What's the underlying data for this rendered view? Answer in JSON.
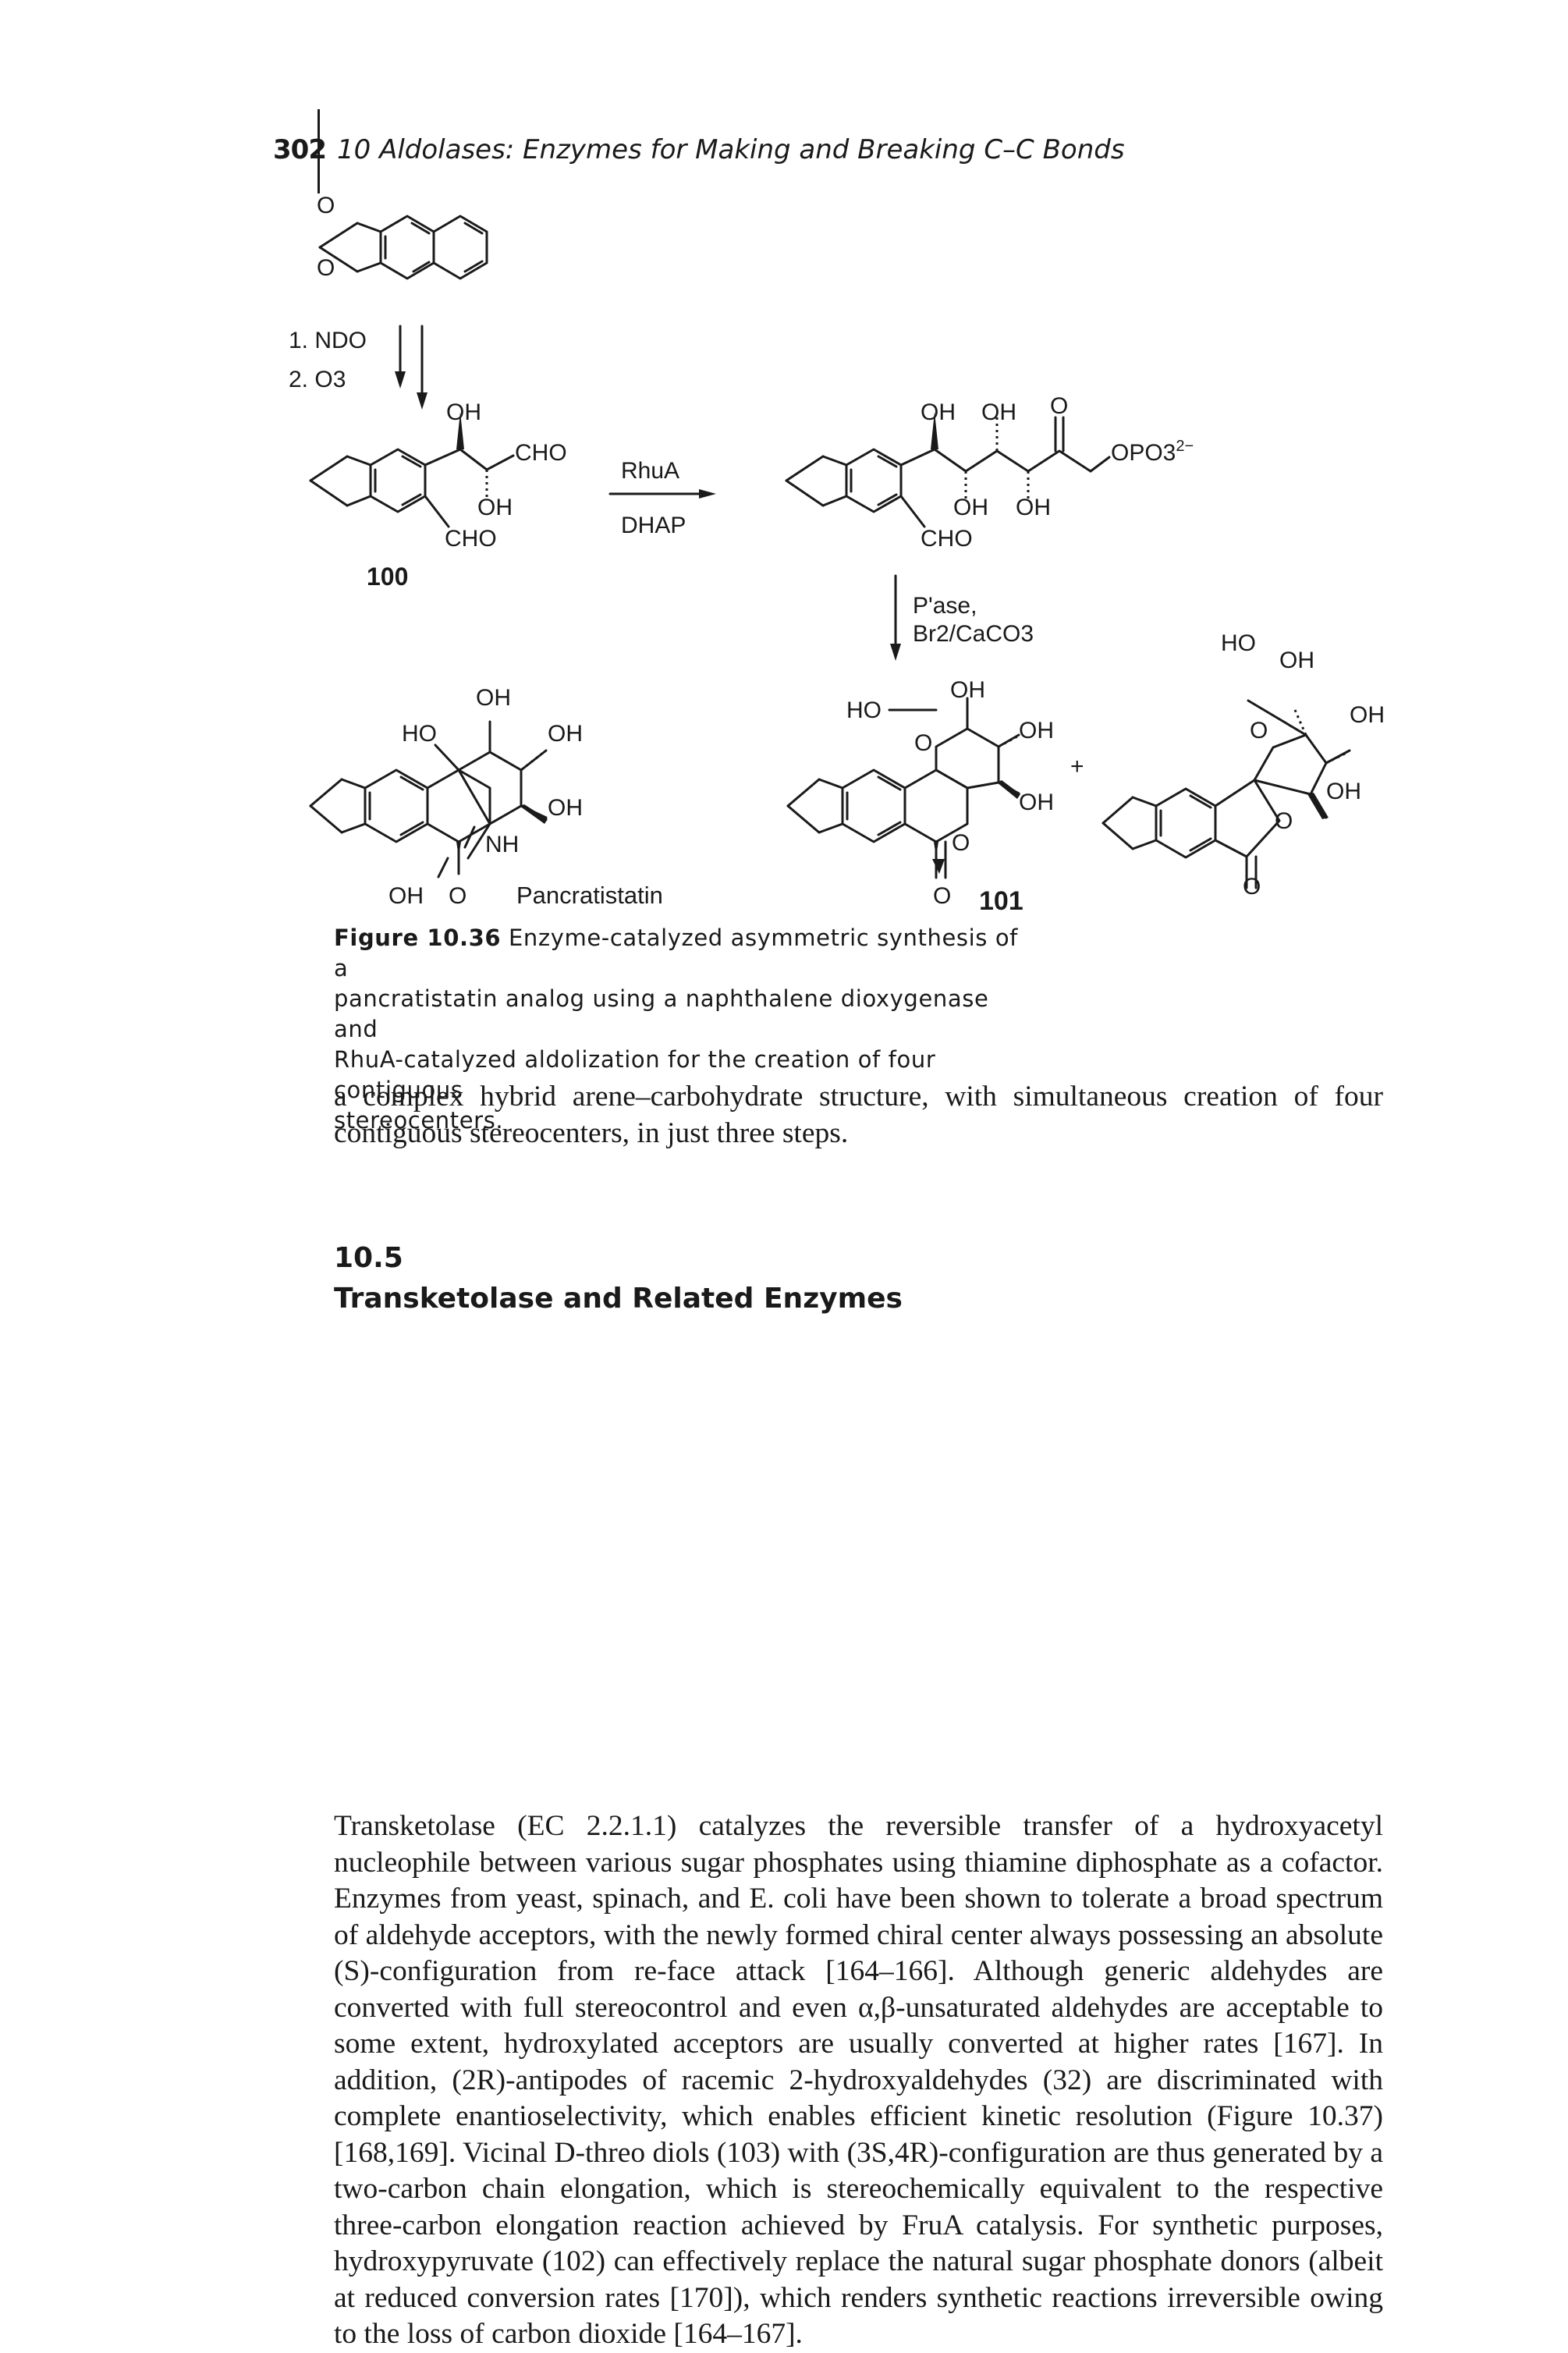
{
  "header": {
    "page_number": "302",
    "running_title": "10 Aldolases: Enzymes for Making and Breaking C–C Bonds"
  },
  "scheme": {
    "step1_reagent_1": "1. NDO",
    "step1_reagent_2": "2. O3",
    "compound_100_label": "100",
    "sub_oh": "OH",
    "sub_cho_right": "CHO",
    "sub_oh_lower": "OH",
    "sub_cho_lower": "CHO",
    "enzyme_top": "RhuA",
    "enzyme_bottom": "DHAP",
    "prod_oh_1": "OH",
    "prod_oh_2": "OH",
    "prod_keto_o": "O",
    "prod_phosphate": "OPO3",
    "prod_phosphate_charge": "2−",
    "prod_oh_3": "OH",
    "prod_oh_4": "OH",
    "prod_cho": "CHO",
    "step3_reagent_1": "P'ase,",
    "step3_reagent_2": "Br2/CaCO3",
    "pan_oh_top": "OH",
    "pan_ho": "HO",
    "pan_oh_right": "OH",
    "pan_oh_lower": "OH",
    "pan_nh": "NH",
    "pan_oh_bottom": "OH",
    "pan_o_bottom": "O",
    "pancratistatin_label": "Pancratistatin",
    "c101_oh_top": "OH",
    "c101_ho": "HO",
    "c101_oh_right": "OH",
    "c101_oh_lower": "OH",
    "c101_ring_o": "O",
    "c101_lactone_o": "O",
    "c101_carbonyl_o": "O",
    "compound_101_label": "101",
    "plus": "+",
    "f_ho": "HO",
    "f_oh_top": "OH",
    "f_oh_right": "OH",
    "f_ring_o": "O",
    "f_oh_lower": "OH",
    "f_lactone_o": "O",
    "f_carbonyl_o": "O",
    "diox_o": "O"
  },
  "caption": {
    "label": "Figure 10.36",
    "line_1": "Enzyme-catalyzed asymmetric synthesis of a",
    "line_2": "pancratistatin analog using a naphthalene dioxygenase and",
    "line_3": "RhuA-catalyzed aldolization for the creation of four contiguous",
    "line_4": "stereocenters."
  },
  "body": {
    "para_1": "a complex hybrid arene–carbohydrate structure, with simultaneous creation of four contiguous stereocenters, in just three steps.",
    "section_number": "10.5",
    "section_title": "Transketolase and Related Enzymes",
    "para_2": "Transketolase (EC 2.2.1.1) catalyzes the reversible transfer of a hydroxyacetyl nucleophile between various sugar phosphates using thiamine diphosphate as a cofactor. Enzymes from yeast, spinach, and E. coli have been shown to tolerate a broad spectrum of aldehyde acceptors, with the newly formed chiral center always possessing an absolute (S)-configuration from re-face attack [164–166]. Although generic aldehydes are converted with full stereocontrol and even α,β-unsaturated aldehydes are acceptable to some extent, hydroxylated acceptors are usually converted at higher rates [167]. In addition, (2R)-antipodes of racemic 2-hydroxyaldehydes (32) are discriminated with complete enantioselectivity, which enables efficient kinetic resolution (Figure 10.37) [168,169]. Vicinal D-threo diols (103) with (3S,4R)-configuration are thus generated by a two-carbon chain elongation, which is stereochemically equivalent to the respective three-carbon elongation reaction achieved by FruA catalysis. For synthetic purposes, hydroxypyruvate (102) can effectively replace the natural sugar phosphate donors (albeit at reduced conversion rates [170]), which renders synthetic reactions irreversible owing to the loss of carbon dioxide [164–167]."
  }
}
